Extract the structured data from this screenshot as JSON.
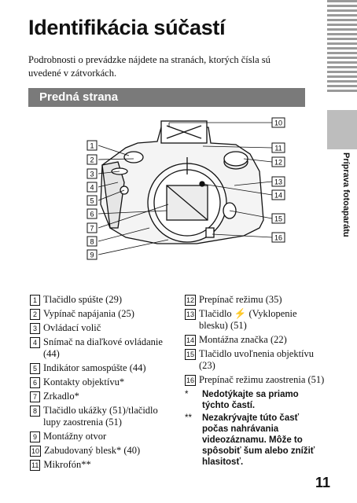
{
  "page": {
    "title": "Identifikácia súčastí",
    "intro": "Podrobnosti o prevádzke nájdete na stranách, ktorých čísla sú uvedené v zátvorkách.",
    "section": "Predná strana",
    "side_tab": "Príprava fotoaparátu",
    "page_number": "11"
  },
  "callouts_left": [
    "1",
    "2",
    "3",
    "4",
    "5",
    "6",
    "7",
    "8",
    "9"
  ],
  "callouts_right": [
    "10",
    "11",
    "12",
    "13",
    "14",
    "15",
    "16"
  ],
  "parts_col1": [
    {
      "num": "1",
      "text": "Tlačidlo spúšte (29)"
    },
    {
      "num": "2",
      "text": "Vypínač napájania (25)"
    },
    {
      "num": "3",
      "text": "Ovládací volič"
    },
    {
      "num": "4",
      "text": "Snímač na diaľkové ovládanie (44)"
    },
    {
      "num": "5",
      "text": "Indikátor samospúšte (44)"
    },
    {
      "num": "6",
      "text": "Kontakty objektívu*"
    },
    {
      "num": "7",
      "text": "Zrkadlo*"
    },
    {
      "num": "8",
      "text": "Tlačidlo ukážky (51)/tlačidlo lupy zaostrenia (51)"
    },
    {
      "num": "9",
      "text": "Montážny otvor"
    },
    {
      "num": "10",
      "text": "Zabudovaný blesk* (40)"
    },
    {
      "num": "11",
      "text": "Mikrofón**"
    }
  ],
  "parts_col2": [
    {
      "num": "12",
      "text": "Prepínač režimu (35)"
    },
    {
      "num": "13",
      "text": "Tlačidlo ⚡ (Vyklopenie blesku) (51)"
    },
    {
      "num": "14",
      "text": "Montážna značka (22)"
    },
    {
      "num": "15",
      "text": "Tlačidlo uvoľnenia objektívu (23)"
    },
    {
      "num": "16",
      "text": "Prepínač režimu zaostrenia (51)"
    }
  ],
  "notes": [
    {
      "mark": "*",
      "text": "Nedotýkajte sa priamo týchto častí."
    },
    {
      "mark": "**",
      "text": "Nezakrývajte túto časť počas nahrávania videozáznamu. Môže to spôsobiť šum alebo znížiť hlasitosť."
    }
  ]
}
